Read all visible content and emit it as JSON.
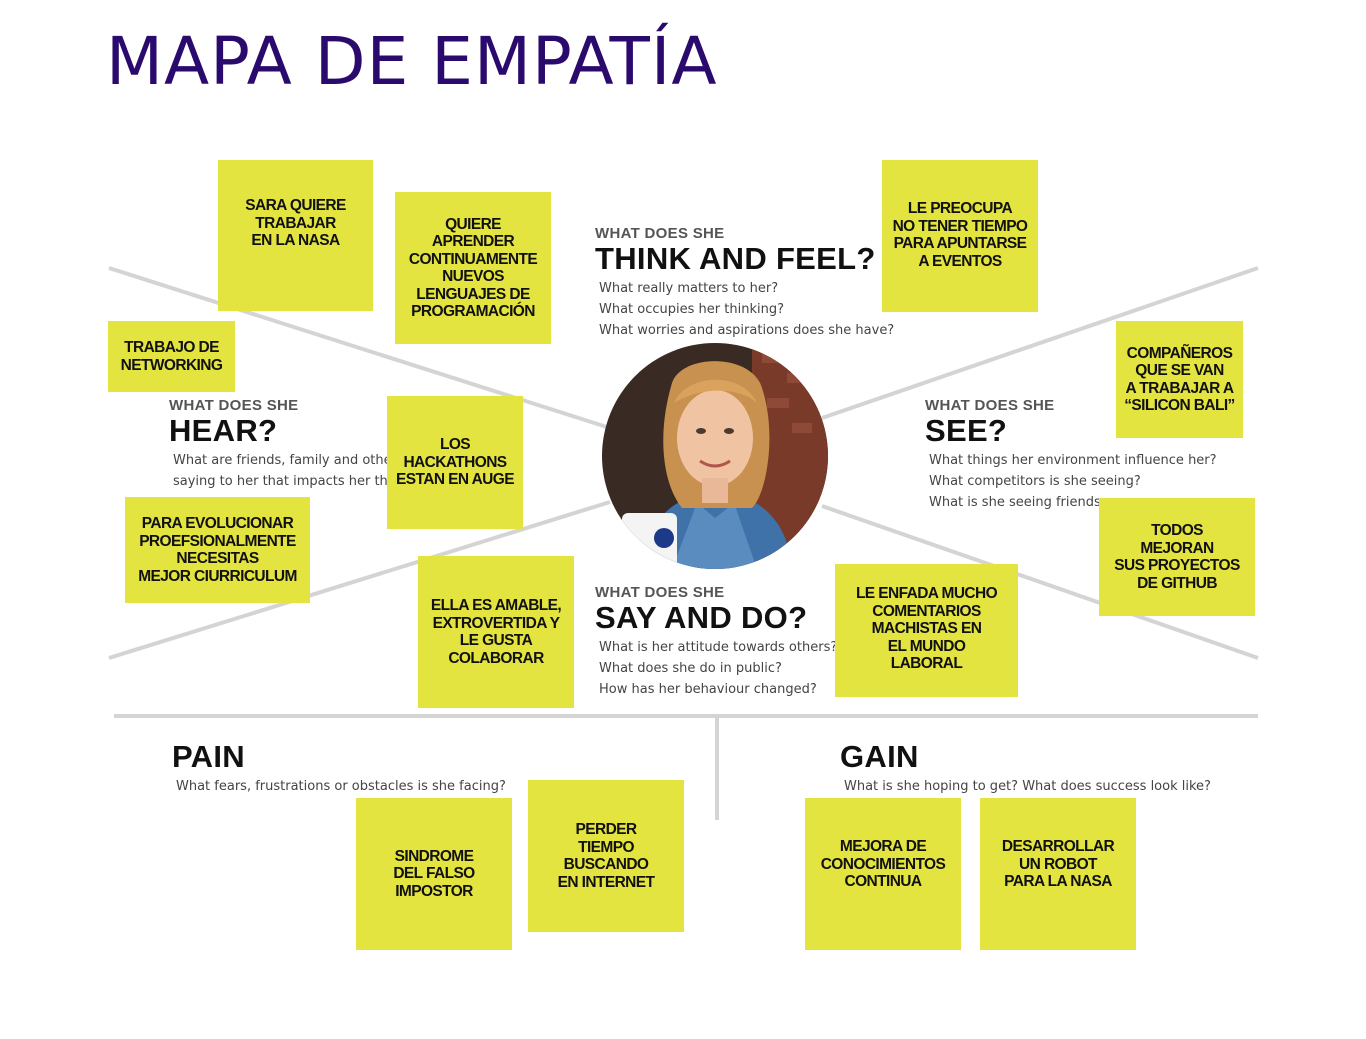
{
  "title": "MAPA DE EMPATÍA",
  "colors": {
    "title": "#2b0a6e",
    "note": "#e4e440",
    "line": "#d4d4d4"
  },
  "sections": {
    "think": {
      "pre": "WHAT DOES SHE",
      "big": "THINK AND FEEL?",
      "questions": [
        "What really matters to her?",
        "What occupies her thinking?",
        "What worries and aspirations does she have?"
      ]
    },
    "hear": {
      "pre": "WHAT DOES SHE",
      "big": "HEAR?",
      "questions": [
        "What are friends, family and othe",
        "saying to her that impacts her th"
      ]
    },
    "see": {
      "pre": "WHAT DOES SHE",
      "big": "SEE?",
      "questions": [
        "What things her environment influence her?",
        "What competitors is she seeing?",
        "What is she seeing friends"
      ]
    },
    "say": {
      "pre": "WHAT DOES SHE",
      "big": "SAY AND DO?",
      "questions": [
        "What is her attitude towards others?",
        "What does she do in public?",
        "How has her behaviour changed?"
      ]
    },
    "pain": {
      "big": "PAIN",
      "questions": [
        "What fears, frustrations or obstacles is she facing?"
      ]
    },
    "gain": {
      "big": "GAIN",
      "questions": [
        "What is she hoping to get? What does success look like?"
      ]
    }
  },
  "avatar": {
    "icon": "person-photo"
  },
  "notes": [
    {
      "id": "nasa",
      "text": "SARA QUIERE\nTRABAJAR\nEN LA NASA"
    },
    {
      "id": "lenguajes",
      "text": "QUIERE\nAPRENDER\nCONTINUAMENTE\nNUEVOS\nLENGUAJES DE\nPROGRAMACIÓN"
    },
    {
      "id": "eventos",
      "text": "LE PREOCUPA\nNO TENER TIEMPO\nPARA APUNTARSE\nA EVENTOS"
    },
    {
      "id": "networking",
      "text": "TRABAJO DE\nNETWORKING"
    },
    {
      "id": "hackathons",
      "text": "LOS\nHACKATHONS\nESTAN EN AUGE"
    },
    {
      "id": "silicon",
      "text": "COMPAÑEROS\nQUE SE VAN\nA TRABAJAR A\n“SILICON BALI”"
    },
    {
      "id": "curriculum",
      "text": "PARA EVOLUCIONAR\nPROEFSIONALMENTE\nNECESITAS\nMEJOR CIURRICULUM"
    },
    {
      "id": "github",
      "text": "TODOS\nMEJORAN\nSUS PROYECTOS\nDE GITHUB"
    },
    {
      "id": "amable",
      "text": "ELLA ES AMABLE,\nEXTROVERTIDA Y\nLE GUSTA\nCOLABORAR"
    },
    {
      "id": "machistas",
      "text": "LE ENFADA MUCHO\nCOMENTARIOS\nMACHISTAS EN\nEL MUNDO\nLABORAL"
    },
    {
      "id": "sindrome",
      "text": "SINDROME\nDEL FALSO\nIMPOSTOR"
    },
    {
      "id": "tiempo",
      "text": "PERDER\nTIEMPO\nBUSCANDO\nEN INTERNET"
    },
    {
      "id": "conocimientos",
      "text": "MEJORA DE\nCONOCIMIENTOS\nCONTINUA"
    },
    {
      "id": "robot",
      "text": "DESARROLLAR\nUN ROBOT\nPARA LA NASA"
    }
  ]
}
